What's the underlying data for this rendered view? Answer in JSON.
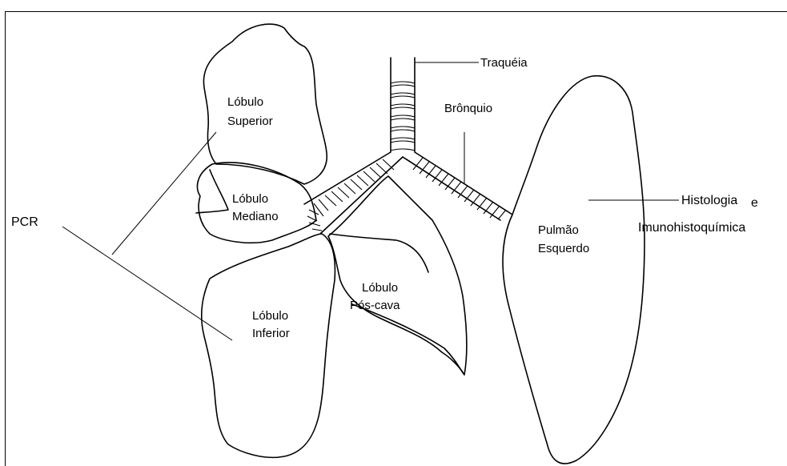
{
  "labels": {
    "trachea": "Traquéia",
    "bronchus": "Brônquio",
    "superior_lobe": [
      "Lóbulo",
      "Superior"
    ],
    "median_lobe": [
      "Lóbulo",
      "Mediano"
    ],
    "inferior_lobe": [
      "Lóbulo",
      "Inferior"
    ],
    "postcava_lobe": [
      "Lóbulo",
      "Pós-cava"
    ],
    "left_lung": [
      "Pulmão",
      "Esquerdo"
    ],
    "pcr": "PCR",
    "histology": "Histologia",
    "histology_connector": "e",
    "immuno": "Imunohistoquímica"
  }
}
